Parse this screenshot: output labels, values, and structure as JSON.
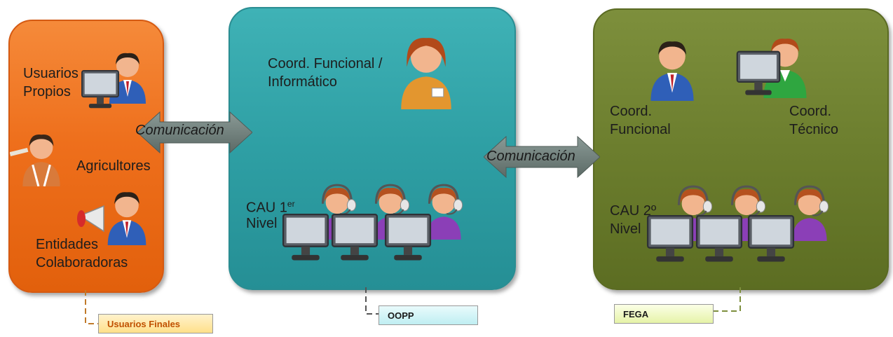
{
  "panels": {
    "left": {
      "labels": {
        "usuarios_propios": "Usuarios\nPropios",
        "agricultores": "Agricultores",
        "entidades": "Entidades\nColaboradoras"
      },
      "tag": "Usuarios Finales",
      "color": "#ee6f1c"
    },
    "middle": {
      "labels": {
        "coord": "Coord. Funcional /\nInformático",
        "cau": "CAU 1",
        "cau_sup": "er",
        "cau_nivel": "Nivel"
      },
      "tag": "OOPP",
      "color": "#2e9fa4"
    },
    "right": {
      "labels": {
        "coord_funcional": "Coord.\nFuncional",
        "coord_tecnico": "Coord.\nTécnico",
        "cau": "CAU 2º\nNivel"
      },
      "tag": "FEGA",
      "color": "#6c7e2e"
    }
  },
  "arrows": {
    "left_label": "Comunicación",
    "right_label": "Comunicación"
  },
  "icons": [
    "person-at-computer-icon",
    "farmer-icon",
    "megaphone-person-icon",
    "coordinator-icon",
    "call-center-agent-icon"
  ]
}
